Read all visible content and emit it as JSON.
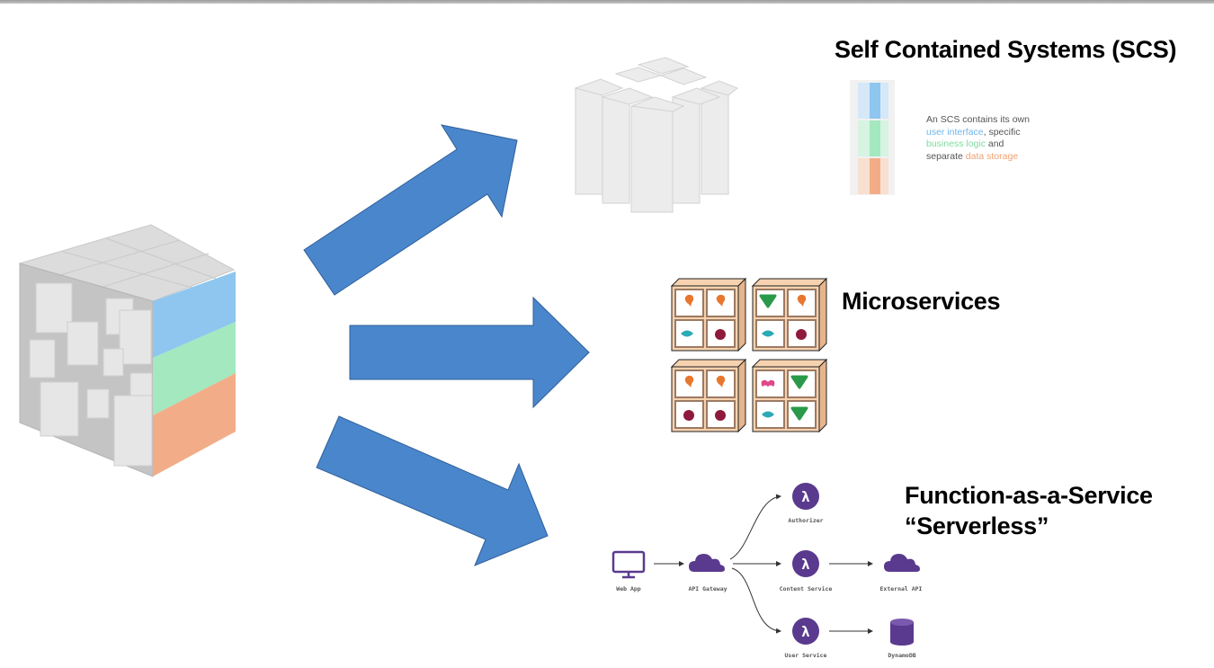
{
  "titles": {
    "scs": "Self Contained Systems (SCS)",
    "microservices": "Microservices",
    "faas_line1": "Function-as-a-Service",
    "faas_line2": "“Serverless”"
  },
  "scs_description": {
    "line1": "An SCS contains its own",
    "ui": "user interface",
    "line2_rest": ", specific",
    "bl": "business logic",
    "line3_rest": " and",
    "line4_start": "separate ",
    "ds": "data storage"
  },
  "faas_diagram": {
    "nodes": {
      "web_app": "Web App",
      "api_gateway": "API Gateway",
      "authorizer": "Authorizer",
      "content_service": "Content Service",
      "external_api": "External API",
      "user_service": "User Service",
      "dynamodb": "DynamoDB"
    },
    "lambda_glyph": "λ"
  },
  "colors": {
    "arrow_blue": "#4a86cb",
    "arrow_stroke": "#2f5f9a",
    "faas_purple": "#5a3a8e",
    "ui_blue": "#8ec6ef",
    "logic_green": "#a3e8bf",
    "data_orange": "#f2ad88",
    "box_tan": "#f7d2b0"
  }
}
